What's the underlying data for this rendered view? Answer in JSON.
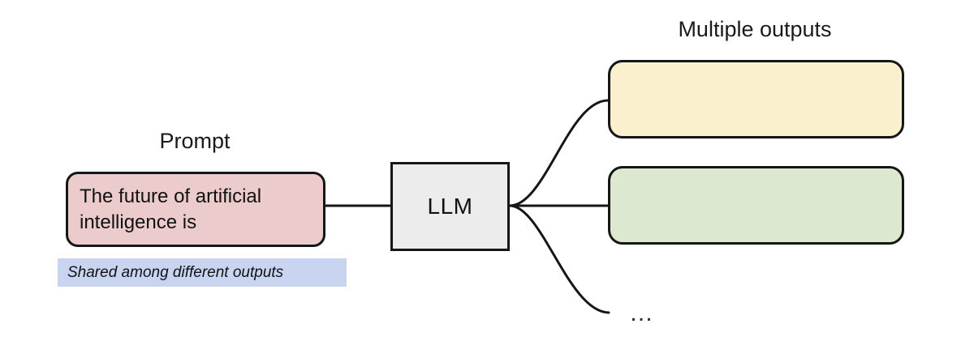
{
  "diagram": {
    "title_prompt_side": "Prompt",
    "title_outputs_side": "Multiple outputs",
    "prompt_box": {
      "text": "The future of artificial\nintelligence is",
      "fill_color": "#EBCBCC",
      "stroke_color": "#161616"
    },
    "shared_band": {
      "text": "Shared among different outputs",
      "fill_color": "#C8D4F0"
    },
    "model_box": {
      "label": "LLM",
      "fill_color": "#ECECEC",
      "stroke_color": "#161616"
    },
    "outputs": [
      {
        "id": "output-1",
        "text": "",
        "fill_color": "#FAF0CD",
        "stroke_color": "#161616"
      },
      {
        "id": "output-2",
        "text": "",
        "fill_color": "#DCE8D0",
        "stroke_color": "#161616"
      }
    ],
    "more_outputs_indicator": "…",
    "edges": [
      {
        "from": "prompt_box",
        "to": "model_box",
        "style": "straight"
      },
      {
        "from": "model_box",
        "to": "output-1",
        "style": "curve-up"
      },
      {
        "from": "model_box",
        "to": "output-2",
        "style": "straight"
      },
      {
        "from": "model_box",
        "to": "more_outputs_indicator",
        "style": "curve-down"
      }
    ],
    "background_color": "#FFFFFF",
    "edge_color": "#161616"
  }
}
